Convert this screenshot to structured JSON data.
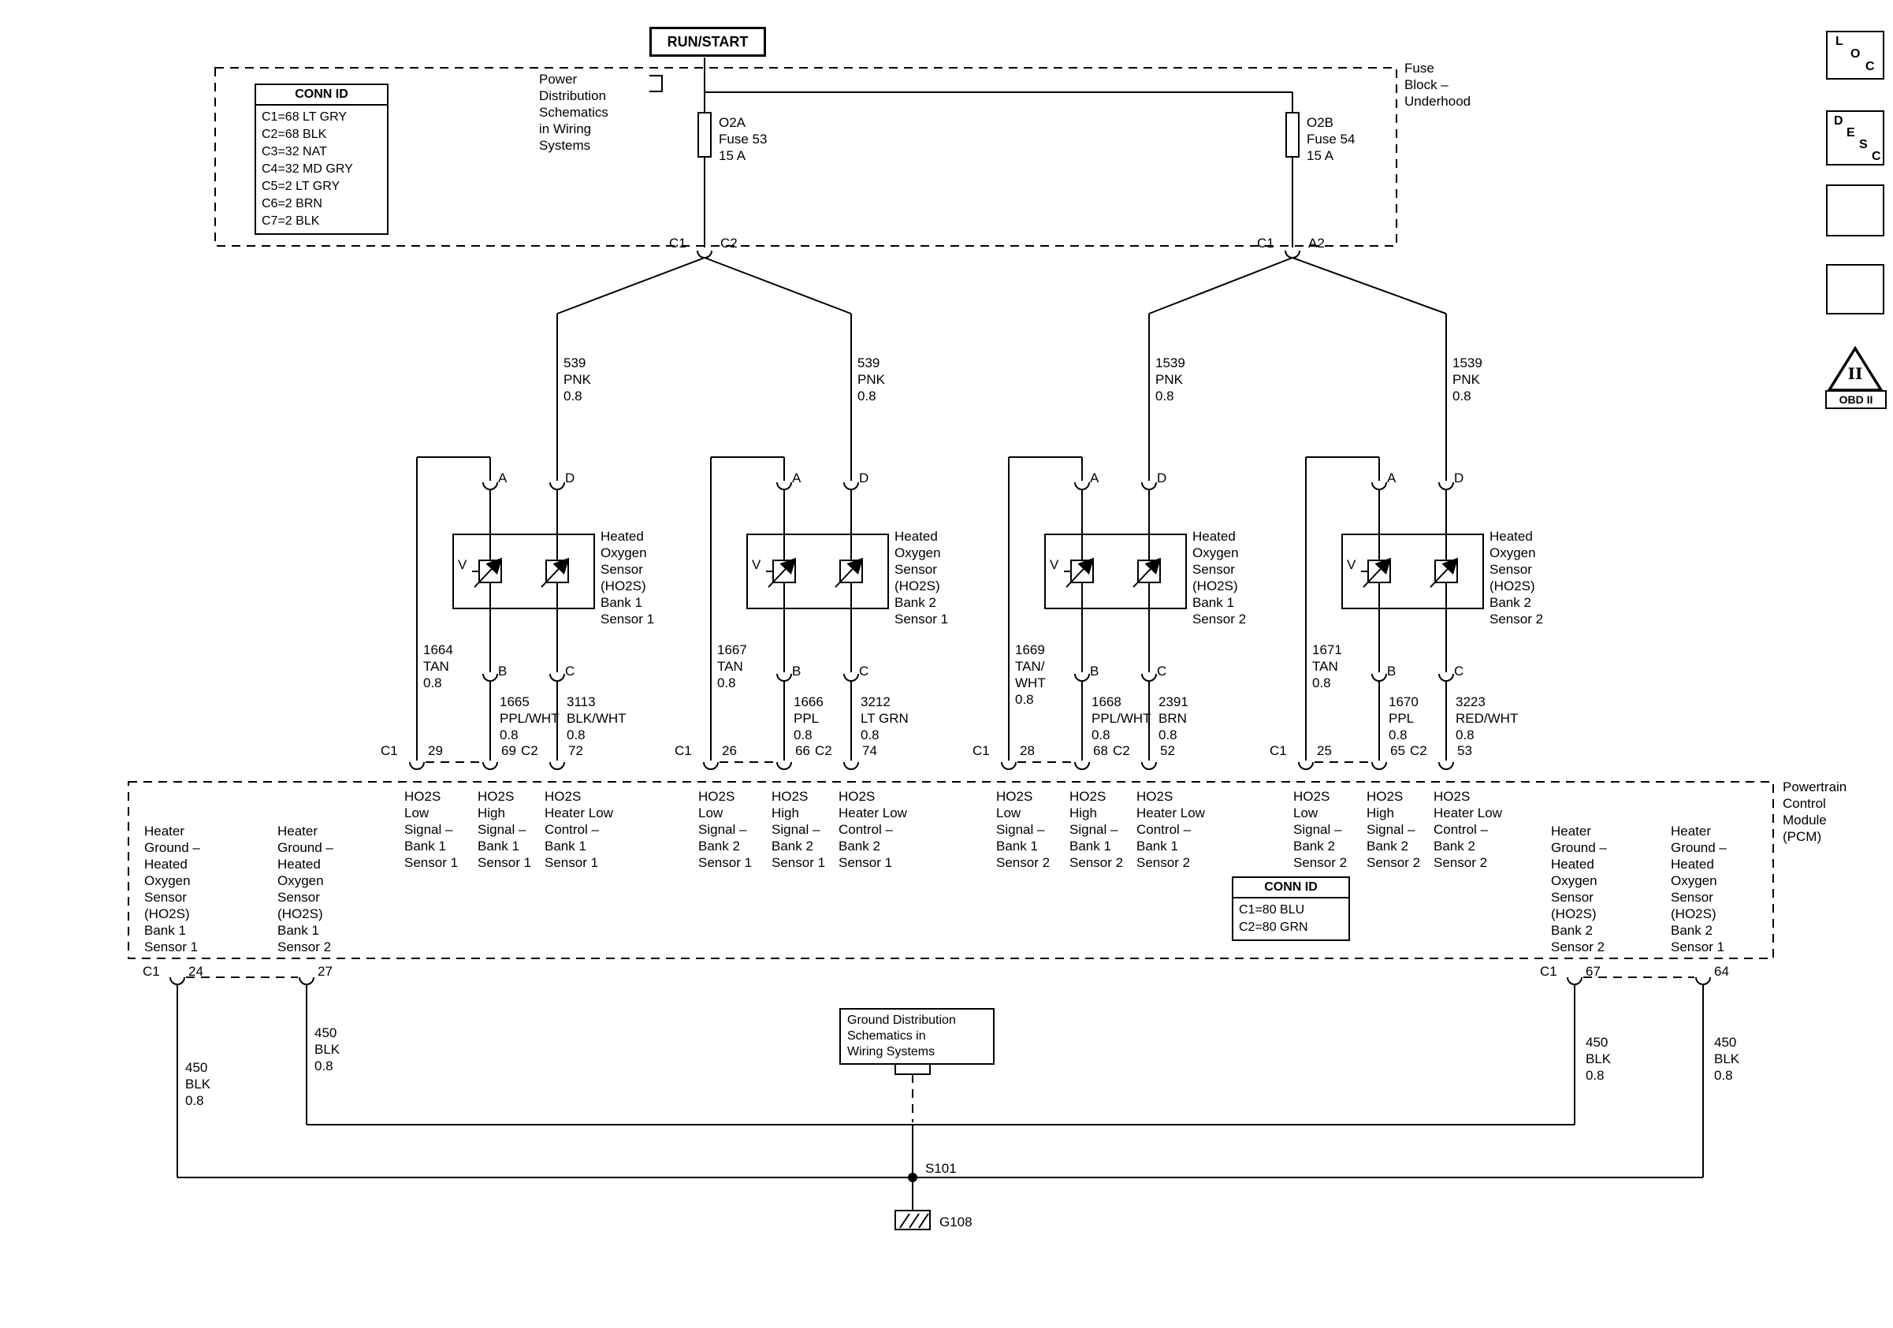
{
  "power": {
    "source_label": "RUN/START",
    "note_lines": [
      "Power",
      "Distribution",
      "Schematics",
      "in Wiring",
      "Systems"
    ]
  },
  "fuse_block": {
    "title_lines": [
      "Fuse",
      "Block –",
      "Underhood"
    ],
    "conn_id": {
      "title": "CONN ID",
      "rows": [
        "C1=68 LT GRY",
        "C2=68 BLK",
        "C3=32 NAT",
        "C4=32 MD GRY",
        "C5=2 LT GRY",
        "C6=2 BRN",
        "C7=2 BLK"
      ]
    },
    "fuses": [
      {
        "lines": [
          "O2A",
          "Fuse 53",
          "15 A"
        ],
        "out_conn": [
          "C1",
          "C2"
        ]
      },
      {
        "lines": [
          "O2B",
          "Fuse 54",
          "15 A"
        ],
        "out_conn": [
          "C1",
          "A2"
        ]
      }
    ]
  },
  "branch_wires": [
    [
      "539",
      "PNK",
      "0.8"
    ],
    [
      "539",
      "PNK",
      "0.8"
    ],
    [
      "1539",
      "PNK",
      "0.8"
    ],
    [
      "1539",
      "PNK",
      "0.8"
    ]
  ],
  "sensors": [
    {
      "name_lines": [
        "Heated",
        "Oxygen",
        "Sensor",
        "(HO2S)",
        "Bank 1",
        "Sensor 1"
      ],
      "terminals": [
        "A",
        "D",
        "B",
        "C"
      ],
      "meter_label": "V",
      "low_wire": [
        "1664",
        "TAN",
        "0.8"
      ],
      "high_wire": [
        "1665",
        "PPL/WHT",
        "0.8"
      ],
      "heater_wire": [
        "3113",
        "BLK/WHT",
        "0.8"
      ],
      "pins": {
        "low_conn": "C1",
        "low": "29",
        "high": "69",
        "heater_conn": "C2",
        "heater": "72"
      }
    },
    {
      "name_lines": [
        "Heated",
        "Oxygen",
        "Sensor",
        "(HO2S)",
        "Bank 2",
        "Sensor 1"
      ],
      "terminals": [
        "A",
        "D",
        "B",
        "C"
      ],
      "meter_label": "V",
      "low_wire": [
        "1667",
        "TAN",
        "0.8"
      ],
      "high_wire": [
        "1666",
        "PPL",
        "0.8"
      ],
      "heater_wire": [
        "3212",
        "LT GRN",
        "0.8"
      ],
      "pins": {
        "low_conn": "C1",
        "low": "26",
        "high": "66",
        "heater_conn": "C2",
        "heater": "74"
      }
    },
    {
      "name_lines": [
        "Heated",
        "Oxygen",
        "Sensor",
        "(HO2S)",
        "Bank 1",
        "Sensor 2"
      ],
      "terminals": [
        "A",
        "D",
        "B",
        "C"
      ],
      "meter_label": "V",
      "low_wire": [
        "1669",
        "TAN/",
        "WHT",
        "0.8"
      ],
      "high_wire": [
        "1668",
        "PPL/WHT",
        "0.8"
      ],
      "heater_wire": [
        "2391",
        "BRN",
        "0.8"
      ],
      "pins": {
        "low_conn": "C1",
        "low": "28",
        "high": "68",
        "heater_conn": "C2",
        "heater": "52"
      }
    },
    {
      "name_lines": [
        "Heated",
        "Oxygen",
        "Sensor",
        "(HO2S)",
        "Bank 2",
        "Sensor 2"
      ],
      "terminals": [
        "A",
        "D",
        "B",
        "C"
      ],
      "meter_label": "V",
      "low_wire": [
        "1671",
        "TAN",
        "0.8"
      ],
      "high_wire": [
        "1670",
        "PPL",
        "0.8"
      ],
      "heater_wire": [
        "3223",
        "RED/WHT",
        "0.8"
      ],
      "pins": {
        "low_conn": "C1",
        "low": "25",
        "high": "65",
        "heater_conn": "C2",
        "heater": "53"
      }
    }
  ],
  "pcm": {
    "title_lines": [
      "Powertrain",
      "Control",
      "Module",
      "(PCM)"
    ],
    "conn_id": {
      "title": "CONN ID",
      "rows": [
        "C1=80 BLU",
        "C2=80 GRN"
      ]
    },
    "pin_labels": [
      [
        "HO2S",
        "Low",
        "Signal –",
        "Bank 1",
        "Sensor 1"
      ],
      [
        "HO2S",
        "High",
        "Signal –",
        "Bank 1",
        "Sensor 1"
      ],
      [
        "HO2S",
        "Heater Low",
        "Control –",
        "Bank 1",
        "Sensor 1"
      ],
      [
        "HO2S",
        "Low",
        "Signal –",
        "Bank 2",
        "Sensor 1"
      ],
      [
        "HO2S",
        "High",
        "Signal –",
        "Bank 2",
        "Sensor 1"
      ],
      [
        "HO2S",
        "Heater Low",
        "Control –",
        "Bank 2",
        "Sensor 1"
      ],
      [
        "HO2S",
        "Low",
        "Signal –",
        "Bank 1",
        "Sensor 2"
      ],
      [
        "HO2S",
        "High",
        "Signal –",
        "Bank 1",
        "Sensor 2"
      ],
      [
        "HO2S",
        "Heater Low",
        "Control –",
        "Bank 1",
        "Sensor 2"
      ],
      [
        "HO2S",
        "Low",
        "Signal –",
        "Bank 2",
        "Sensor 2"
      ],
      [
        "HO2S",
        "High",
        "Signal –",
        "Bank 2",
        "Sensor 2"
      ],
      [
        "HO2S",
        "Heater Low",
        "Control –",
        "Bank 2",
        "Sensor 2"
      ]
    ],
    "ground_pins": [
      {
        "name_lines": [
          "Heater",
          "Ground –",
          "Heated",
          "Oxygen",
          "Sensor",
          "(HO2S)",
          "Bank 1",
          "Sensor 1"
        ],
        "conn": "C1",
        "pin": "24",
        "wire": [
          "450",
          "BLK",
          "0.8"
        ]
      },
      {
        "name_lines": [
          "Heater",
          "Ground –",
          "Heated",
          "Oxygen",
          "Sensor",
          "(HO2S)",
          "Bank 1",
          "Sensor 2"
        ],
        "pin": "27",
        "wire": [
          "450",
          "BLK",
          "0.8"
        ]
      },
      {
        "name_lines": [
          "Heater",
          "Ground –",
          "Heated",
          "Oxygen",
          "Sensor",
          "(HO2S)",
          "Bank 2",
          "Sensor 2"
        ],
        "conn": "C1",
        "pin": "67",
        "wire": [
          "450",
          "BLK",
          "0.8"
        ]
      },
      {
        "name_lines": [
          "Heater",
          "Ground –",
          "Heated",
          "Oxygen",
          "Sensor",
          "(HO2S)",
          "Bank 2",
          "Sensor 1"
        ],
        "pin": "64",
        "wire": [
          "450",
          "BLK",
          "0.8"
        ]
      }
    ]
  },
  "ground": {
    "note_lines": [
      "Ground Distribution",
      "Schematics in",
      "Wiring Systems"
    ],
    "splice": "S101",
    "ground_id": "G108"
  },
  "side_icons": {
    "loc_chars": [
      "L",
      "O",
      "C"
    ],
    "desc_chars": [
      "D",
      "E",
      "S",
      "C"
    ],
    "obd_mark": "II",
    "obd_label": "OBD II"
  }
}
